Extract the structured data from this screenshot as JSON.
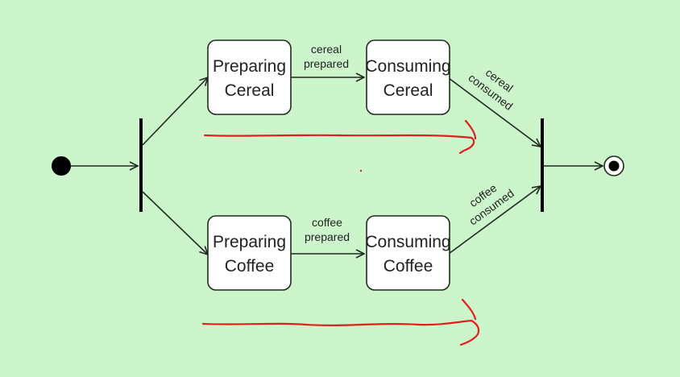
{
  "colors": {
    "background": "#ccf5cc",
    "state_fill": "#ffffff",
    "stroke": "#1f2a1f",
    "annotation": "#e0201e"
  },
  "states": {
    "preparing_cereal": {
      "line1": "Preparing",
      "line2": "Cereal"
    },
    "consuming_cereal": {
      "line1": "Consuming",
      "line2": "Cereal"
    },
    "preparing_coffee": {
      "line1": "Preparing",
      "line2": "Coffee"
    },
    "consuming_coffee": {
      "line1": "Consuming",
      "line2": "Coffee"
    }
  },
  "transitions": {
    "cereal_prepared": {
      "line1": "cereal",
      "line2": "prepared"
    },
    "coffee_prepared": {
      "line1": "coffee",
      "line2": "prepared"
    },
    "cereal_consumed": {
      "line1": "cereal",
      "line2": "consumed"
    },
    "coffee_consumed": {
      "line1": "coffee",
      "line2": "consumed"
    }
  }
}
